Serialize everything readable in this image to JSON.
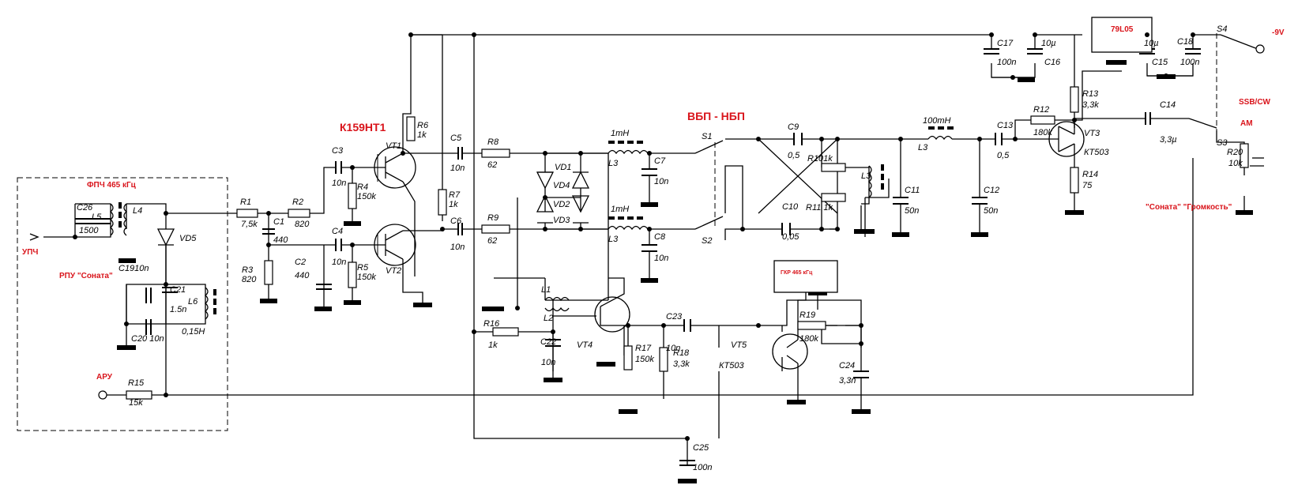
{
  "labels": {
    "chip": "К159НТ1",
    "sideband": "ВБП - НБП",
    "filter465": "ФПЧ 465 кГц",
    "if_in": "УПЧ",
    "rpu": "РПУ \"Соната\"",
    "agc": "АРУ",
    "vreg": "79L05",
    "supply": "-9V",
    "ssb_cw": "SSB/CW",
    "am": "AM",
    "volume": "\"Соната\" \"Громкость\"",
    "gfo": "ГКР 465 кГц"
  },
  "parts": {
    "r1": "R1",
    "r1v": "7,5k",
    "r2": "R2",
    "r2v": "820",
    "r3": "R3",
    "r3v": "820",
    "r4": "R4",
    "r4v": "150k",
    "r5": "R5",
    "r5v": "150k",
    "r6": "R6",
    "r6v": "1k",
    "r7": "R7",
    "r7v": "1k",
    "r8": "R8",
    "r8v": "62",
    "r9": "R9",
    "r9v": "62",
    "r10": "R101k",
    "r11": "R11 1k",
    "r12": "R12",
    "r12v": "180k",
    "r13": "R13",
    "r13v": "3,3k",
    "r14": "R14",
    "r14v": "75",
    "r15": "R15",
    "r15v": "15k",
    "r16": "R16",
    "r16v": "1k",
    "r17": "R17",
    "r17v": "150k",
    "r18": "R18",
    "r18v": "3,3k",
    "r19": "R19",
    "r19v": "180k",
    "r20": "R20",
    "r20v": "10k",
    "c1": "C1",
    "c1v": "440",
    "c2": "C2",
    "c2v": "440",
    "c3": "C3",
    "c3v": "10n",
    "c4": "C4",
    "c4v": "10n",
    "c5": "C5",
    "c5v": "10n",
    "c6": "C6",
    "c6v": "10n",
    "c7": "C7",
    "c7v": "10n",
    "c8": "C8",
    "c8v": "10n",
    "c9": "C9",
    "c9v": "0,5",
    "c10": "C10",
    "c10v": "0,05",
    "c11": "C11",
    "c11v": "50n",
    "c12": "C12",
    "c12v": "50n",
    "c13": "C13",
    "c13v": "0,5",
    "c14": "C14",
    "c14v": "3,3µ",
    "c15": "C15",
    "c15v": "10µ",
    "c16": "C16",
    "c16v": "10µ",
    "c17": "C17",
    "c17v": "100n",
    "c18": "C18",
    "c18v": "100n",
    "c19": "C1910n",
    "c20": "C20 10n",
    "c21": "C21",
    "c21v": "1.5n",
    "c22": "C22",
    "c22v": "10n",
    "c23": "C23",
    "c23v": "10n",
    "c24": "C24",
    "c24v": "3,3n",
    "c25": "C25",
    "c25v": "100n",
    "c26": "C26",
    "c26v": "1500",
    "l1": "L1",
    "l2": "L2",
    "l3": "L3",
    "l3mh": "1mH",
    "l3b": "L3",
    "l3bmh": "1mH",
    "l3c": "L3",
    "l3cmh": "100mH",
    "l3d": "L3",
    "l4": "L4",
    "l5": "L5",
    "l6": "L6",
    "l6v": "0,15H",
    "vd1": "VD1",
    "vd2": "VD2",
    "vd3": "VD3",
    "vd4": "VD4",
    "vd5": "VD5",
    "vt1": "VT1",
    "vt2": "VT2",
    "vt3": "VT3",
    "vt3t": "КТ503",
    "vt4": "VT4",
    "vt5": "VT5",
    "vt5t": "КТ503",
    "s1": "S1",
    "s2": "S2",
    "s3": "S3",
    "s4": "S4"
  }
}
